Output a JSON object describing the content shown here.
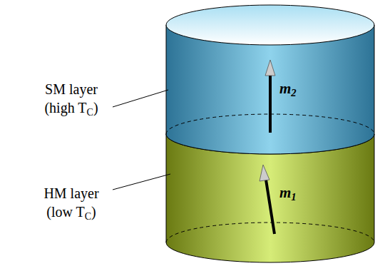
{
  "diagram": {
    "nodes": [
      {
        "text": [
          "m2"
        ]
      },
      {
        "text": [
          "m1"
        ]
      }
    ],
    "labels": [
      "SM layer (high TC)",
      "HM layer (low TC)"
    ]
  }
}
